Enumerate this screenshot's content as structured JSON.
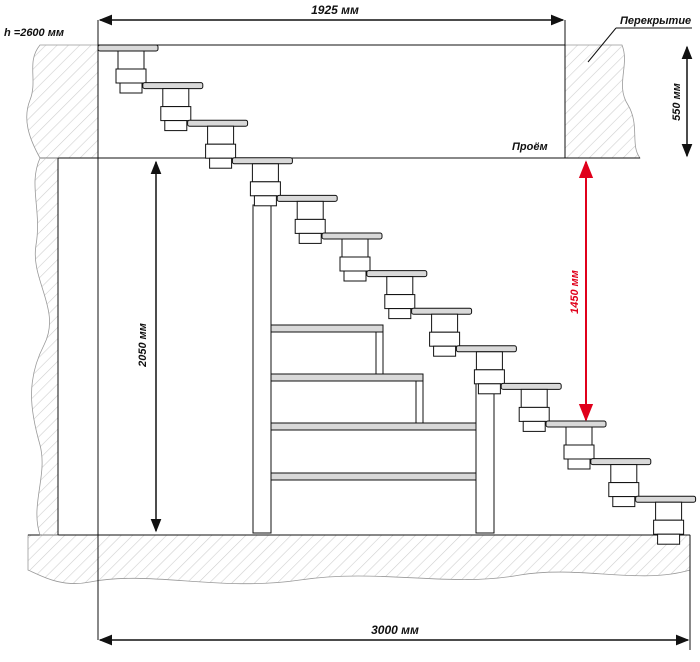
{
  "labels": {
    "height_total": "h =2600 мм",
    "top_width": "1925 мм",
    "bottom_width": "3000 мм",
    "slab": "Перекрытие",
    "slab_thickness": "550 мм",
    "opening": "Проём",
    "clear_height": "1450 мм",
    "floor_to_opening": "2050 мм"
  },
  "colors": {
    "line": "#111111",
    "hatch": "#c8c8c8",
    "accent": "#e0001b",
    "tread_fill": "#d9d9d9"
  },
  "stair": {
    "tread_count": 13
  }
}
